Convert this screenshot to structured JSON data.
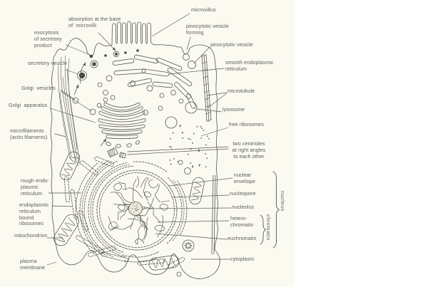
{
  "colors": {
    "ink": "#575755",
    "dark": "#4a4a48",
    "paper": "#fbfaf0",
    "text": "#5a5a58"
  },
  "labels": {
    "absorption": {
      "text": "absorption at the base\nof  microvilli"
    },
    "microvillus": {
      "text": "microvillus"
    },
    "pino_forming": {
      "text": "pinocytotic vesicle\nforming"
    },
    "pino_vesicle": {
      "text": "pinocytotic vesicle"
    },
    "smooth_er": {
      "text": "smooth endoplasmic\nreticulum"
    },
    "microtubule": {
      "text": "microtubule"
    },
    "lysosome": {
      "text": "lysosome"
    },
    "free_ribosomes": {
      "text": "free ribosomes"
    },
    "centrioles": {
      "text": "two centrioles\nat right angles\nto each other"
    },
    "nuclear_envelope": {
      "text": "nuclear\nenvelope"
    },
    "nucleopore": {
      "text": "nucleopore"
    },
    "nucleolus": {
      "text": "nucleolus"
    },
    "heterochromatin": {
      "text": "hetero-\nchromatin"
    },
    "euchromatin": {
      "text": "euchromatin"
    },
    "chromatin_group": {
      "text": "chromatin"
    },
    "nucleus_group": {
      "text": "nucleus"
    },
    "cytoplasm": {
      "text": "cytoplasm"
    },
    "exocytosis": {
      "text": "exocytosis\nof secretory\nproduct"
    },
    "secretory_vesicle": {
      "text": "secretory vesicle"
    },
    "golgi_vesicles": {
      "text": "Golgi  vesicles"
    },
    "golgi_apparatus": {
      "text": "Golgi  apparatus"
    },
    "microfilaments": {
      "text": "microfilaments\n(actin filaments)"
    },
    "rough_er": {
      "text": "rough endo-\nplasmic\nreticulum"
    },
    "er_bound_ribosomes": {
      "text": "endoplasmic\nreticulum\nbound\nribosomes"
    },
    "mitochondrion": {
      "text": "mitochondrion"
    },
    "plasma_membrane": {
      "text": "plasma\nmembrane"
    }
  }
}
